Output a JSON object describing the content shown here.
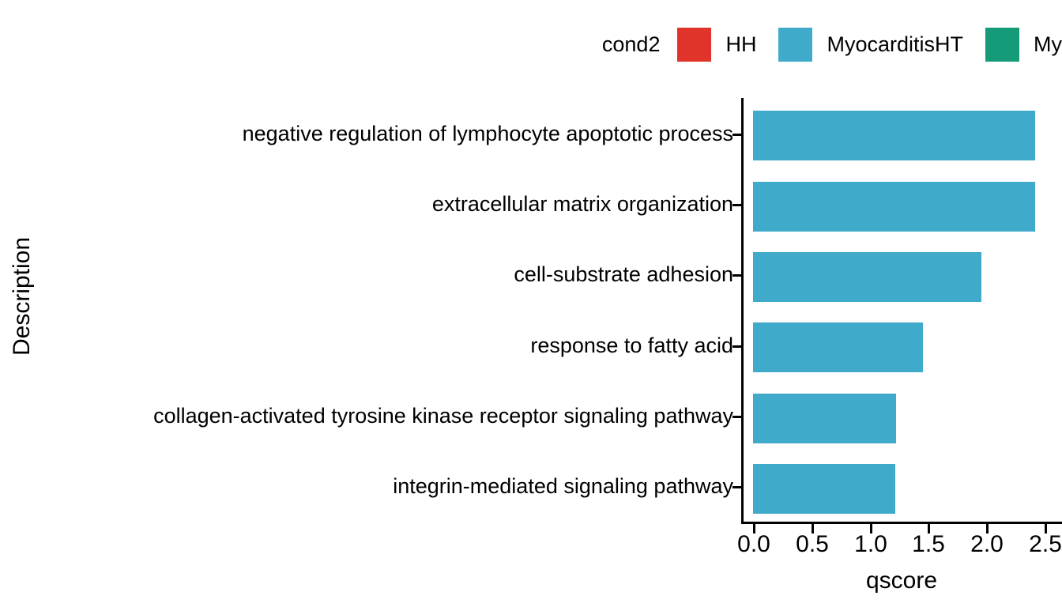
{
  "chart_data": {
    "type": "bar",
    "orientation": "horizontal",
    "title": "",
    "xlabel": "qscore",
    "ylabel": "Description",
    "xlim": [
      0.0,
      2.55
    ],
    "xticks": [
      "0.0",
      "0.5",
      "1.0",
      "1.5",
      "2.0",
      "2.5"
    ],
    "xtick_values": [
      0.0,
      0.5,
      1.0,
      1.5,
      2.0,
      2.5
    ],
    "grid": false,
    "categories": [
      "negative regulation of lymphocyte apoptotic process",
      "extracellular matrix organization",
      "cell-substrate adhesion",
      "response to fatty acid",
      "collagen-activated tyrosine kinase receptor signaling pathway",
      "integrin-mediated signaling pathway"
    ],
    "values": [
      2.42,
      2.42,
      1.96,
      1.46,
      1.23,
      1.22
    ],
    "bar_color": "#40AACA",
    "series": [
      {
        "name": "MyocarditisHT",
        "values": [
          2.42,
          2.42,
          1.96,
          1.46,
          1.23,
          1.22
        ]
      }
    ],
    "legend": {
      "position": "top-right",
      "title": "cond2",
      "entries": [
        {
          "label": "HH",
          "color": "#E0332A"
        },
        {
          "label": "MyocarditisHT",
          "color": "#40AACA"
        },
        {
          "label": "My",
          "color": "#169B78",
          "truncated": true
        }
      ]
    }
  },
  "colors": {
    "legend_red": "#E0332A",
    "legend_blue": "#40AACA",
    "legend_green": "#169B78",
    "axis": "#000000",
    "background": "#FFFFFF"
  }
}
